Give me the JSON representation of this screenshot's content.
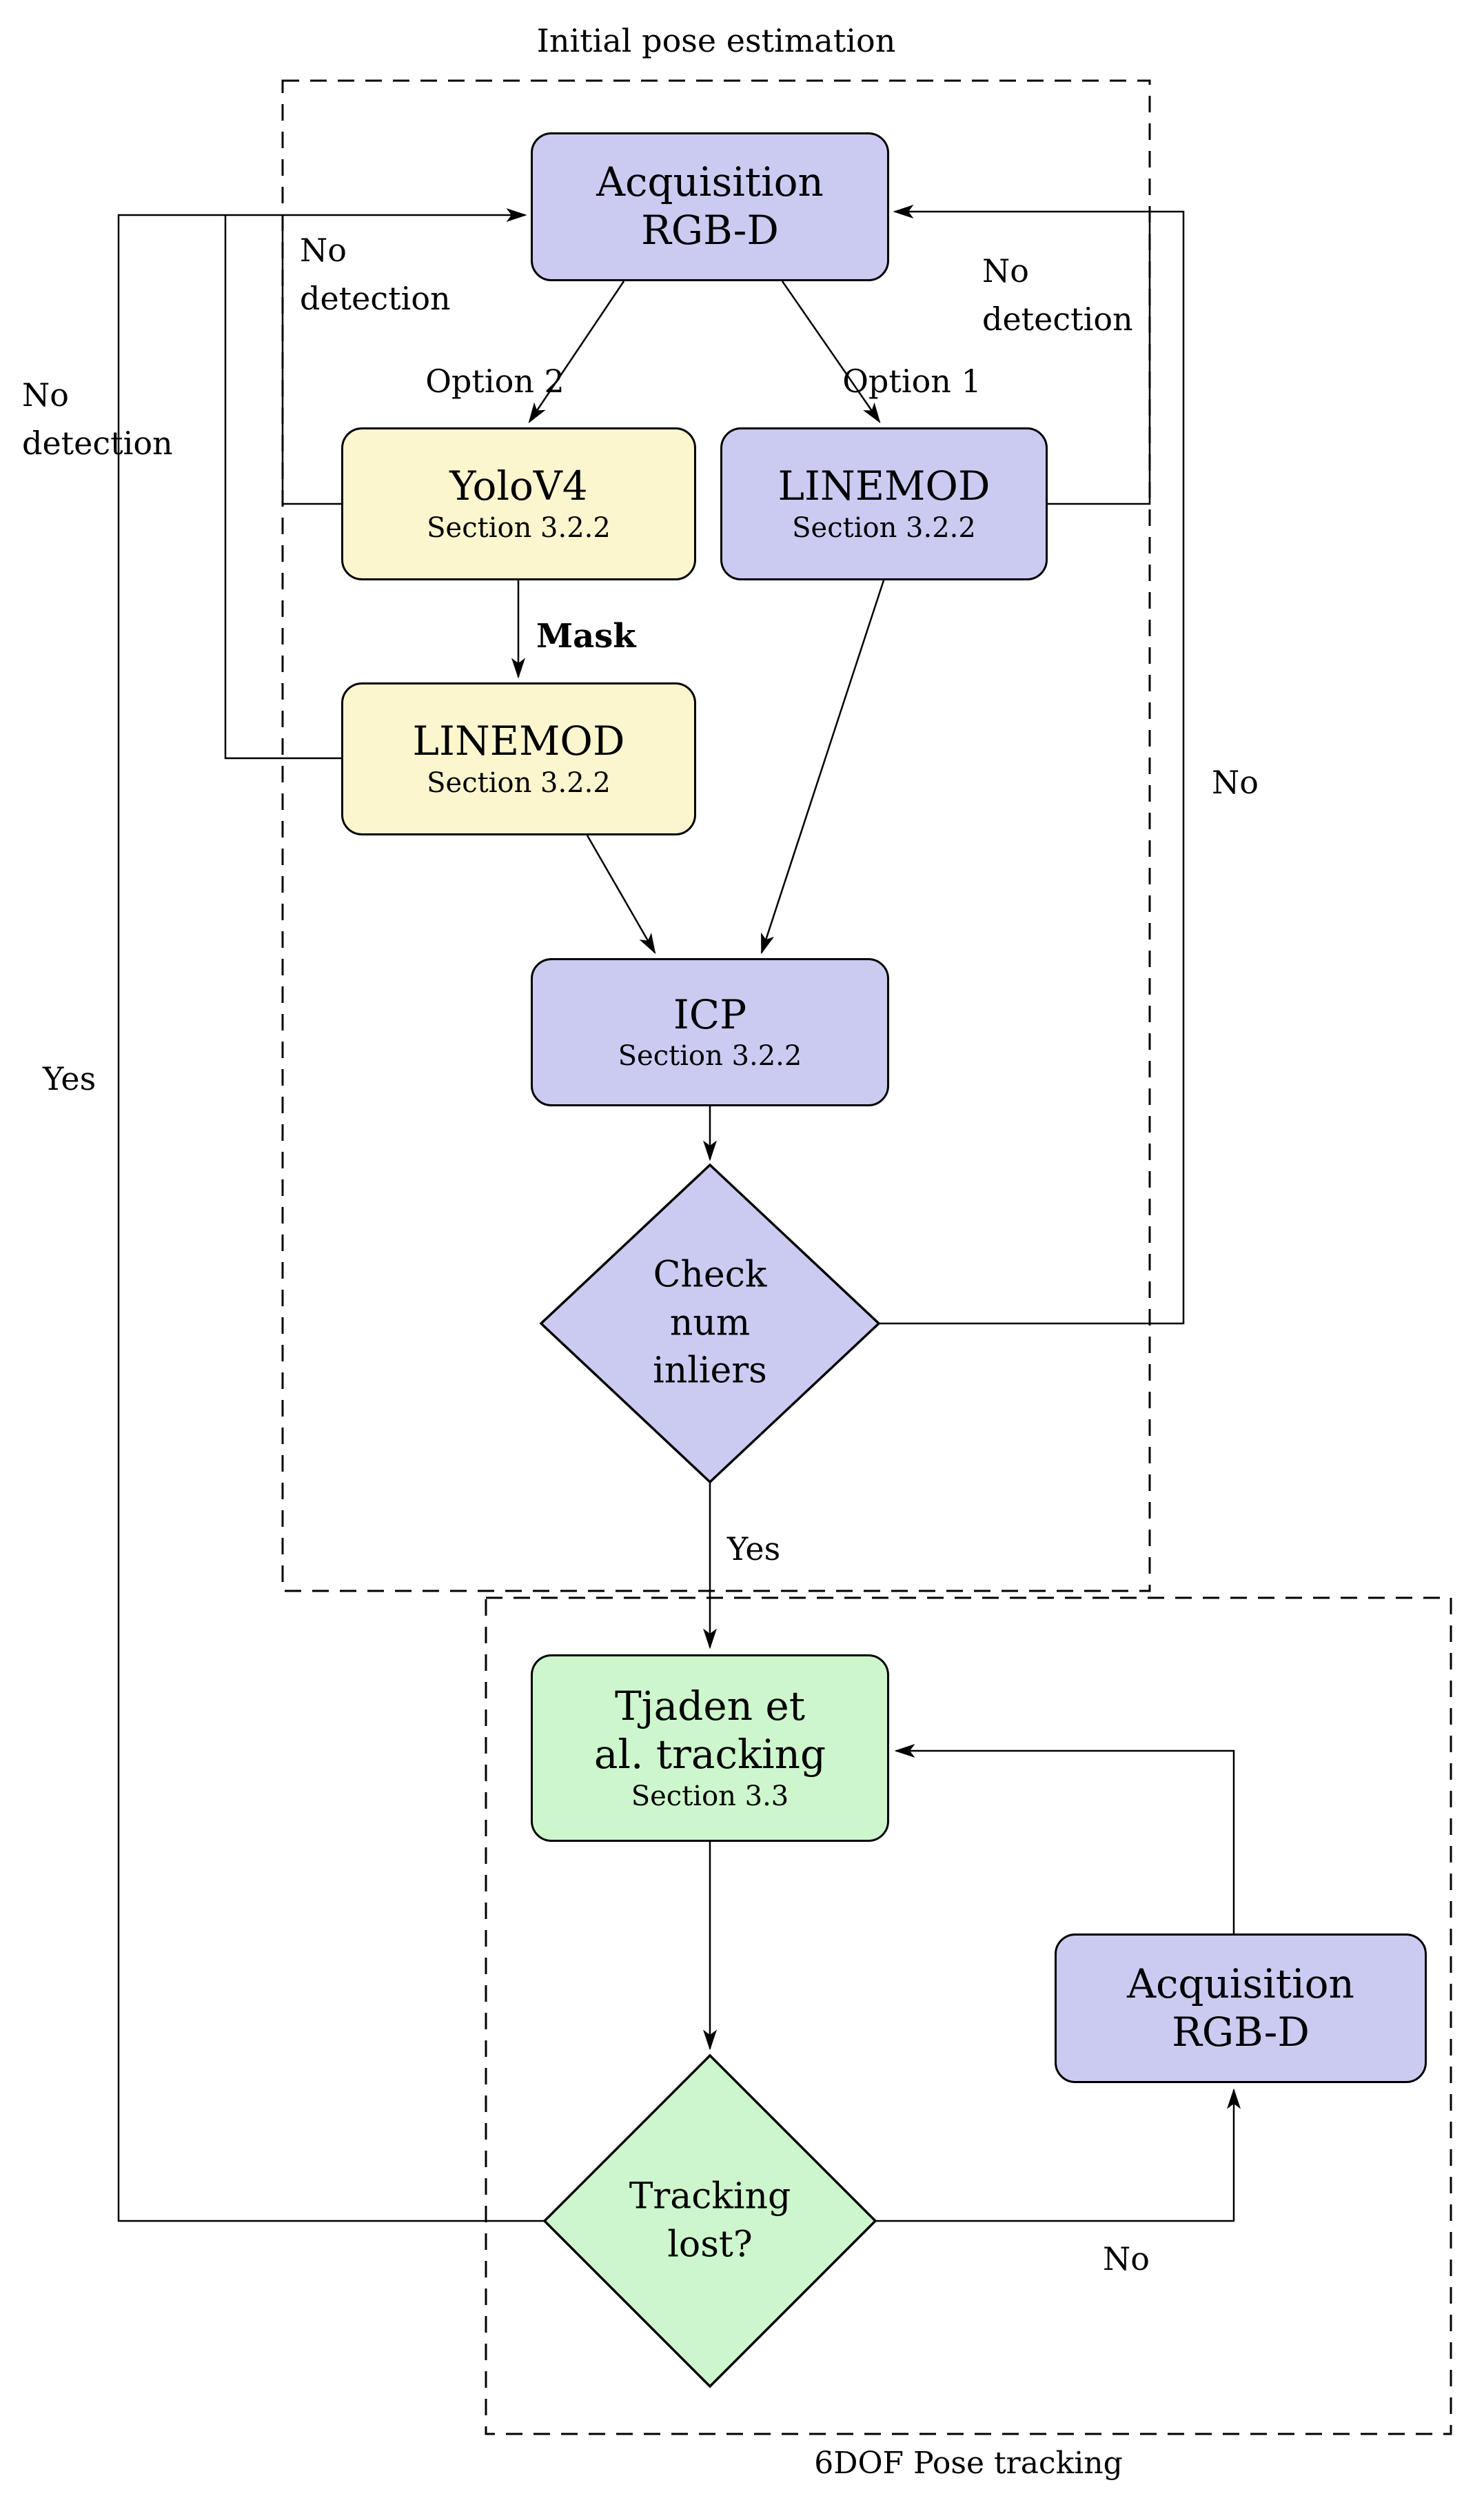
{
  "figure": {
    "regions": {
      "initial_pose": {
        "title": "Initial pose estimation"
      },
      "pose_tracking": {
        "title": "6DOF Pose tracking"
      }
    },
    "nodes": {
      "acquisition_top": {
        "line1": "Acquisition",
        "line2": "RGB-D",
        "color": "#cbcbf2"
      },
      "yolov4": {
        "title": "YoloV4",
        "subtitle": "Section 3.2.2",
        "color": "#fbf6ce"
      },
      "linemod_option1": {
        "title": "LINEMOD",
        "subtitle": "Section 3.2.2",
        "color": "#cbcbf2"
      },
      "linemod_mask": {
        "title": "LINEMOD",
        "subtitle": "Section 3.2.2",
        "color": "#fbf6ce"
      },
      "icp": {
        "title": "ICP",
        "subtitle": "Section 3.2.2",
        "color": "#cbcbf2"
      },
      "check_inliers": {
        "line1": "Check",
        "line2": "num",
        "line3": "inliers",
        "color": "#cbcbf2"
      },
      "tjaden": {
        "line1": "Tjaden et",
        "line2": "al. tracking",
        "subtitle": "Section 3.3",
        "color": "#cdf6cd"
      },
      "acquisition_bottom": {
        "line1": "Acquisition",
        "line2": "RGB-D",
        "color": "#cbcbf2"
      },
      "tracking_lost": {
        "line1": "Tracking",
        "line2": "lost?",
        "color": "#cdf6cd"
      }
    },
    "edge_labels": {
      "no_detection_outer_left": {
        "line1": "No",
        "line2": "detection"
      },
      "no_detection_inner_left": {
        "line1": "No",
        "line2": "detection"
      },
      "no_detection_right": {
        "line1": "No",
        "line2": "detection"
      },
      "option2": "Option 2",
      "option1": "Option 1",
      "mask": "Mask",
      "yes_inliers": "Yes",
      "no_inliers": "No",
      "yes_tracking": "Yes",
      "no_tracking": "No"
    },
    "colors": {
      "box_purple": "#cbcbf2",
      "box_yellow": "#fbf6ce",
      "box_green": "#cdf6cd",
      "line": "#000000",
      "background": "#ffffff"
    }
  }
}
